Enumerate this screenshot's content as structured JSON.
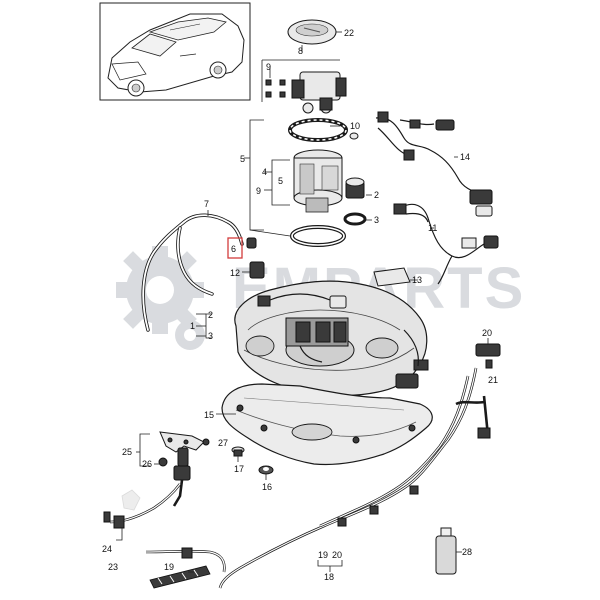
{
  "watermark": {
    "text": "EMPARTS",
    "color": "#d5d8dc"
  },
  "highlight_color": "#d23c3c",
  "callouts": [
    {
      "id": "c22",
      "text": "22"
    },
    {
      "id": "c8",
      "text": "8"
    },
    {
      "id": "c9a",
      "text": "9"
    },
    {
      "id": "c10",
      "text": "10"
    },
    {
      "id": "c5a",
      "text": "5"
    },
    {
      "id": "c4",
      "text": "4"
    },
    {
      "id": "c5b",
      "text": "5"
    },
    {
      "id": "c9b",
      "text": "9"
    },
    {
      "id": "c2a",
      "text": "2"
    },
    {
      "id": "c3a",
      "text": "3"
    },
    {
      "id": "c14",
      "text": "14"
    },
    {
      "id": "c7",
      "text": "7"
    },
    {
      "id": "c6",
      "text": "6"
    },
    {
      "id": "c12",
      "text": "12"
    },
    {
      "id": "c11",
      "text": "11"
    },
    {
      "id": "c13",
      "text": "13"
    },
    {
      "id": "c2b",
      "text": "2"
    },
    {
      "id": "c1",
      "text": "1"
    },
    {
      "id": "c3b",
      "text": "3"
    },
    {
      "id": "c20a",
      "text": "20"
    },
    {
      "id": "c21",
      "text": "21"
    },
    {
      "id": "c15",
      "text": "15"
    },
    {
      "id": "c25",
      "text": "25"
    },
    {
      "id": "c27",
      "text": "27"
    },
    {
      "id": "c26",
      "text": "26"
    },
    {
      "id": "c17",
      "text": "17"
    },
    {
      "id": "c16",
      "text": "16"
    },
    {
      "id": "c24",
      "text": "24"
    },
    {
      "id": "c23",
      "text": "23"
    },
    {
      "id": "c19a",
      "text": "19"
    },
    {
      "id": "c19b",
      "text": "19"
    },
    {
      "id": "c20b",
      "text": "20"
    },
    {
      "id": "c18",
      "text": "18"
    },
    {
      "id": "c28",
      "text": "28"
    }
  ]
}
